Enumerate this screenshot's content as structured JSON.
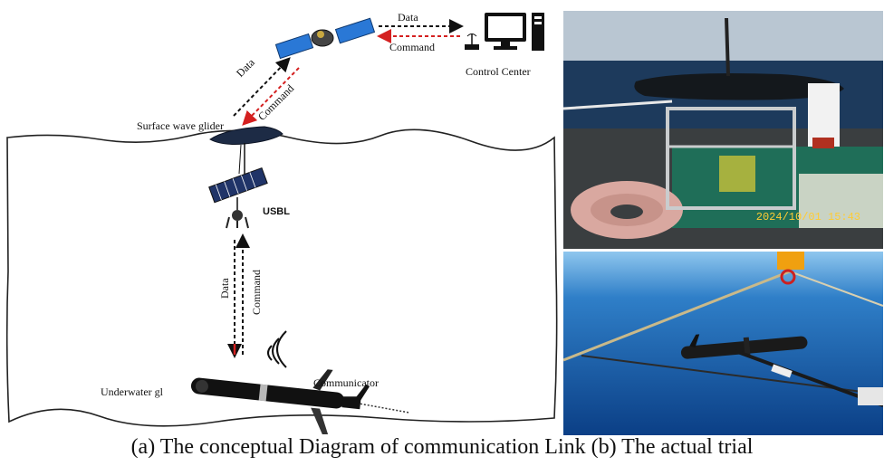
{
  "diagram": {
    "labels": {
      "data_top": "Data",
      "command_top": "Command",
      "control_center": "Control Center",
      "data_diag": "Data",
      "command_diag": "Command",
      "surface_wave_glider": "Surface wave glider",
      "usbl": "USBL",
      "data_vert": "Data",
      "command_vert": "Command",
      "underwater_glider": "Underwater gl",
      "communicator": "Communicator"
    },
    "icons": [
      "satellite-icon",
      "computer-icon",
      "antenna-icon",
      "wave-glider-icon",
      "usbl-icon",
      "underwater-glider-icon",
      "signal-icon"
    ],
    "colors": {
      "data_arrow": "#111111",
      "command_arrow": "#d42020",
      "satellite_panel": "#2a78d6"
    }
  },
  "photos": {
    "top_timestamp": "2024/10/01 15:43"
  },
  "caption": "(a) The conceptual Diagram of communication Link (b) The actual trial"
}
